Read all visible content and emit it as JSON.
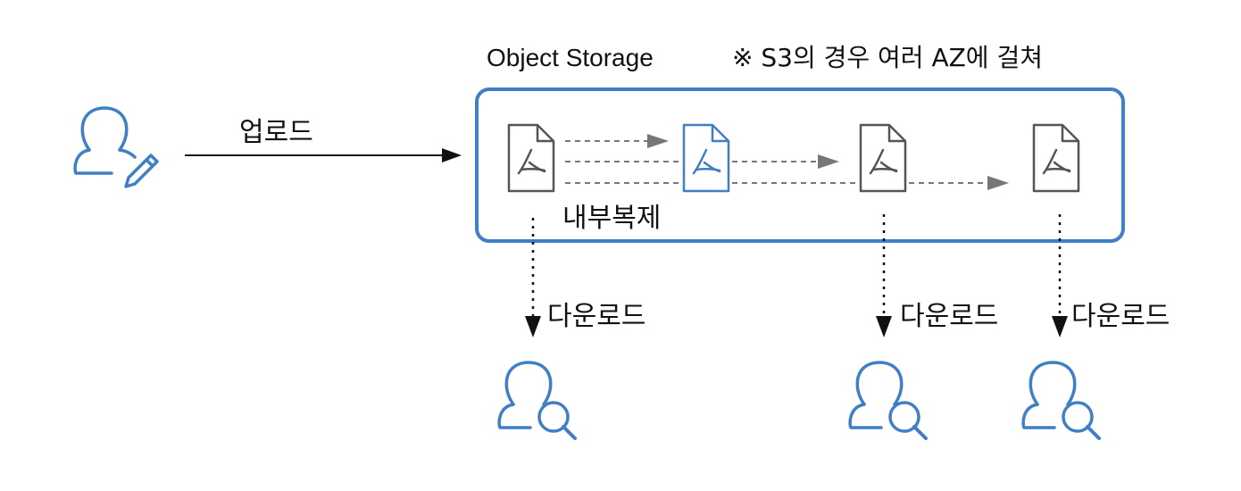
{
  "storage": {
    "title": "Object Storage",
    "note": "※ S3의 경우 여러 AZ에 걸쳐"
  },
  "flow": {
    "upload_label": "업로드",
    "replication_label": "내부복제",
    "download_labels": [
      "다운로드",
      "다운로드",
      "다운로드"
    ]
  },
  "colors": {
    "accent": "#3f7fc6",
    "line": "#111111",
    "dashed": "#777777",
    "file": "#555555"
  },
  "icons": {
    "uploader": "user-edit-icon",
    "downloader": "user-search-icon",
    "file": "pdf-file-icon"
  }
}
